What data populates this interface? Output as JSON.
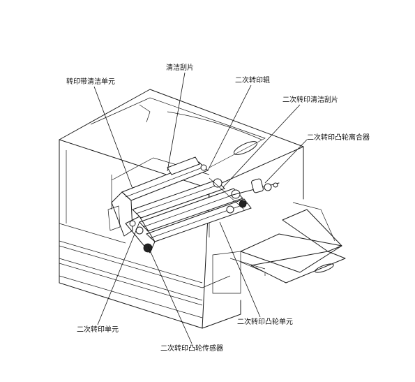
{
  "diagram": {
    "labels": {
      "belt_cleaner": "转印带清洁单元",
      "cleaning_blade": "清洁刮片",
      "secondary_roller": "二次转印辊",
      "secondary_cleaning_blade": "二次转印清洁刮片",
      "cam_clutch": "二次转印凸轮离合器",
      "secondary_unit": "二次转印单元",
      "cam_unit": "二次转印凸轮单元",
      "cam_sensor": "二次转印凸轮传感器"
    }
  }
}
